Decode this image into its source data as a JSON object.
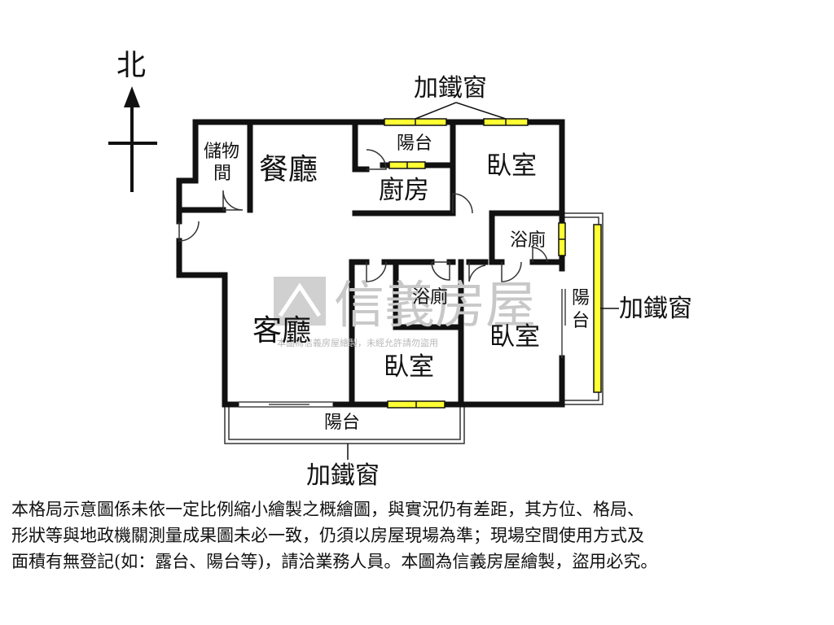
{
  "compass": {
    "label": "北"
  },
  "window_callouts": {
    "top": "加鐵窗",
    "right": "加鐵窗",
    "bottom": "加鐵窗"
  },
  "rooms": {
    "storage": [
      "儲物",
      "間"
    ],
    "dining": "餐廳",
    "kitchen": "廚房",
    "balcony_north": "陽台",
    "bedroom_north": "臥室",
    "bath_east": "浴廁",
    "bath_center": "浴廁",
    "living": "客廳",
    "bedroom_south": "臥室",
    "bedroom_east": "臥室",
    "balcony_east": [
      "陽",
      "台"
    ],
    "balcony_south": "陽台"
  },
  "watermark": {
    "brand": "信義房屋",
    "notice": "本圖為信義房屋繪製，未經允許請勿盜用"
  },
  "disclaimer": [
    "本格局示意圖係未依一定比例縮小繪製之概繪圖，與實況仍有差距，其方位、格局、",
    "形狀等與地政機關測量成果圖未必一致，仍須以房屋現場為準；現場空間使用方式及",
    "面積有無登記(如：露台、陽台等)，請洽業務人員。本圖為信義房屋繪製，盜用必究。"
  ],
  "colors": {
    "wall": "#111111",
    "window_fill": "#ffff33",
    "watermark": "#c8c8c8"
  }
}
